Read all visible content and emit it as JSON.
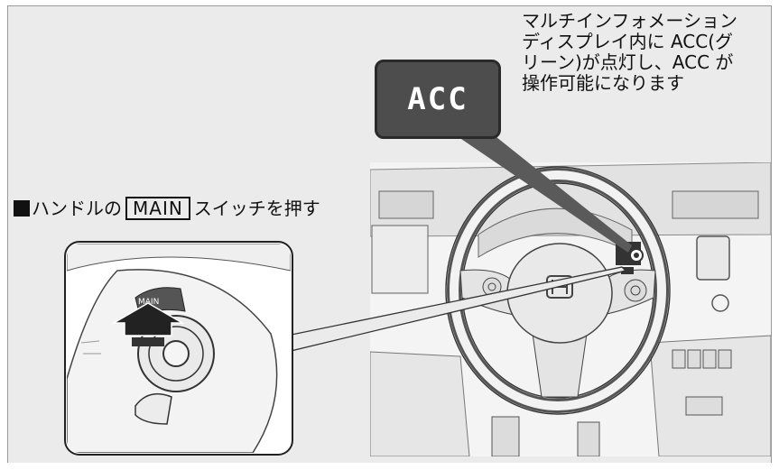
{
  "instruction_text": "マルチインフォメーション\nディスプレイ内に ACC(グ\nリーン)が点灯し、ACC が\n操作可能になります",
  "acc_indicator": "ACC",
  "step": {
    "prefix": "ハンドルの",
    "key": "MAIN",
    "suffix": "スイッチを押す"
  },
  "switch_button_text": "MAIN",
  "colors": {
    "indicator_bg": "#4d4d4d",
    "background": "#ebebeb"
  },
  "icons": [
    "steering-wheel-illustration",
    "main-switch-closeup",
    "press-arrow-icon"
  ]
}
